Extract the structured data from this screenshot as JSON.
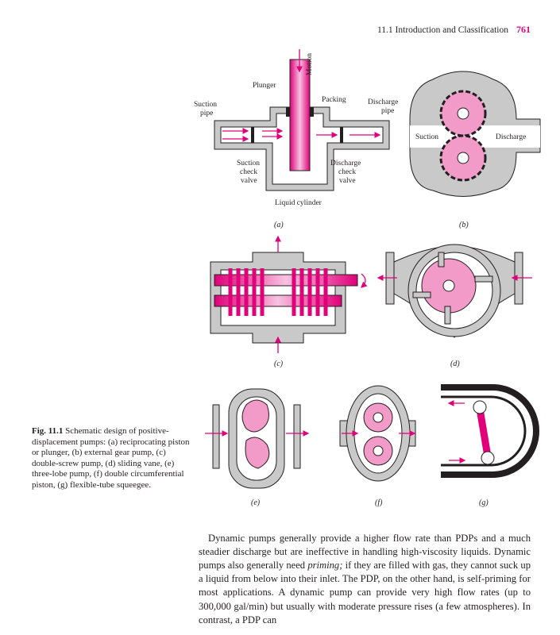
{
  "header": {
    "section": "11.1 Introduction and Classification",
    "page_number": "761"
  },
  "figure": {
    "a": {
      "caption": "(a)",
      "motion": "Motion",
      "plunger": "Plunger",
      "packing": "Packing",
      "suction_pipe": [
        "Suction",
        "pipe"
      ],
      "discharge_pipe": [
        "Discharge",
        "pipe"
      ],
      "suction_valve": [
        "Suction",
        "check",
        "valve"
      ],
      "discharge_valve": [
        "Discharge",
        "check",
        "valve"
      ],
      "liquid_cylinder": "Liquid cylinder"
    },
    "b": {
      "caption": "(b)",
      "suction": "Suction",
      "discharge": "Discharge"
    },
    "c": {
      "caption": "(c)"
    },
    "d": {
      "caption": "(d)"
    },
    "e": {
      "caption": "(e)"
    },
    "f": {
      "caption": "(f)"
    },
    "g": {
      "caption": "(g)"
    }
  },
  "caption": {
    "label": "Fig. 11.1",
    "text": "Schematic design of positive-displacement pumps: (a) reciprocating piston or plunger, (b) external gear pump, (c) double-screw pump, (d) sliding vane, (e) three-lobe pump, (f) double circumferential piston, (g) flexible-tube squeegee."
  },
  "body": {
    "before": "Dynamic pumps generally provide a higher flow rate than PDPs and a much steadier discharge but are ineffective in handling high-viscosity liquids. Dynamic pumps also generally need ",
    "emphasis": "priming;",
    "after": " if they are filled with gas, they cannot suck up a liquid from below into their inlet. The PDP, on the other hand, is self-priming for most applications. A dynamic pump can provide very high flow rates (up to 300,000 gal/min) but usually with moderate pressure rises (a few atmospheres). In contrast, a PDP can"
  },
  "colors": {
    "accent": "#e0007a",
    "pink_fill": "#f29bc9",
    "gray": "#c9c9c9"
  }
}
